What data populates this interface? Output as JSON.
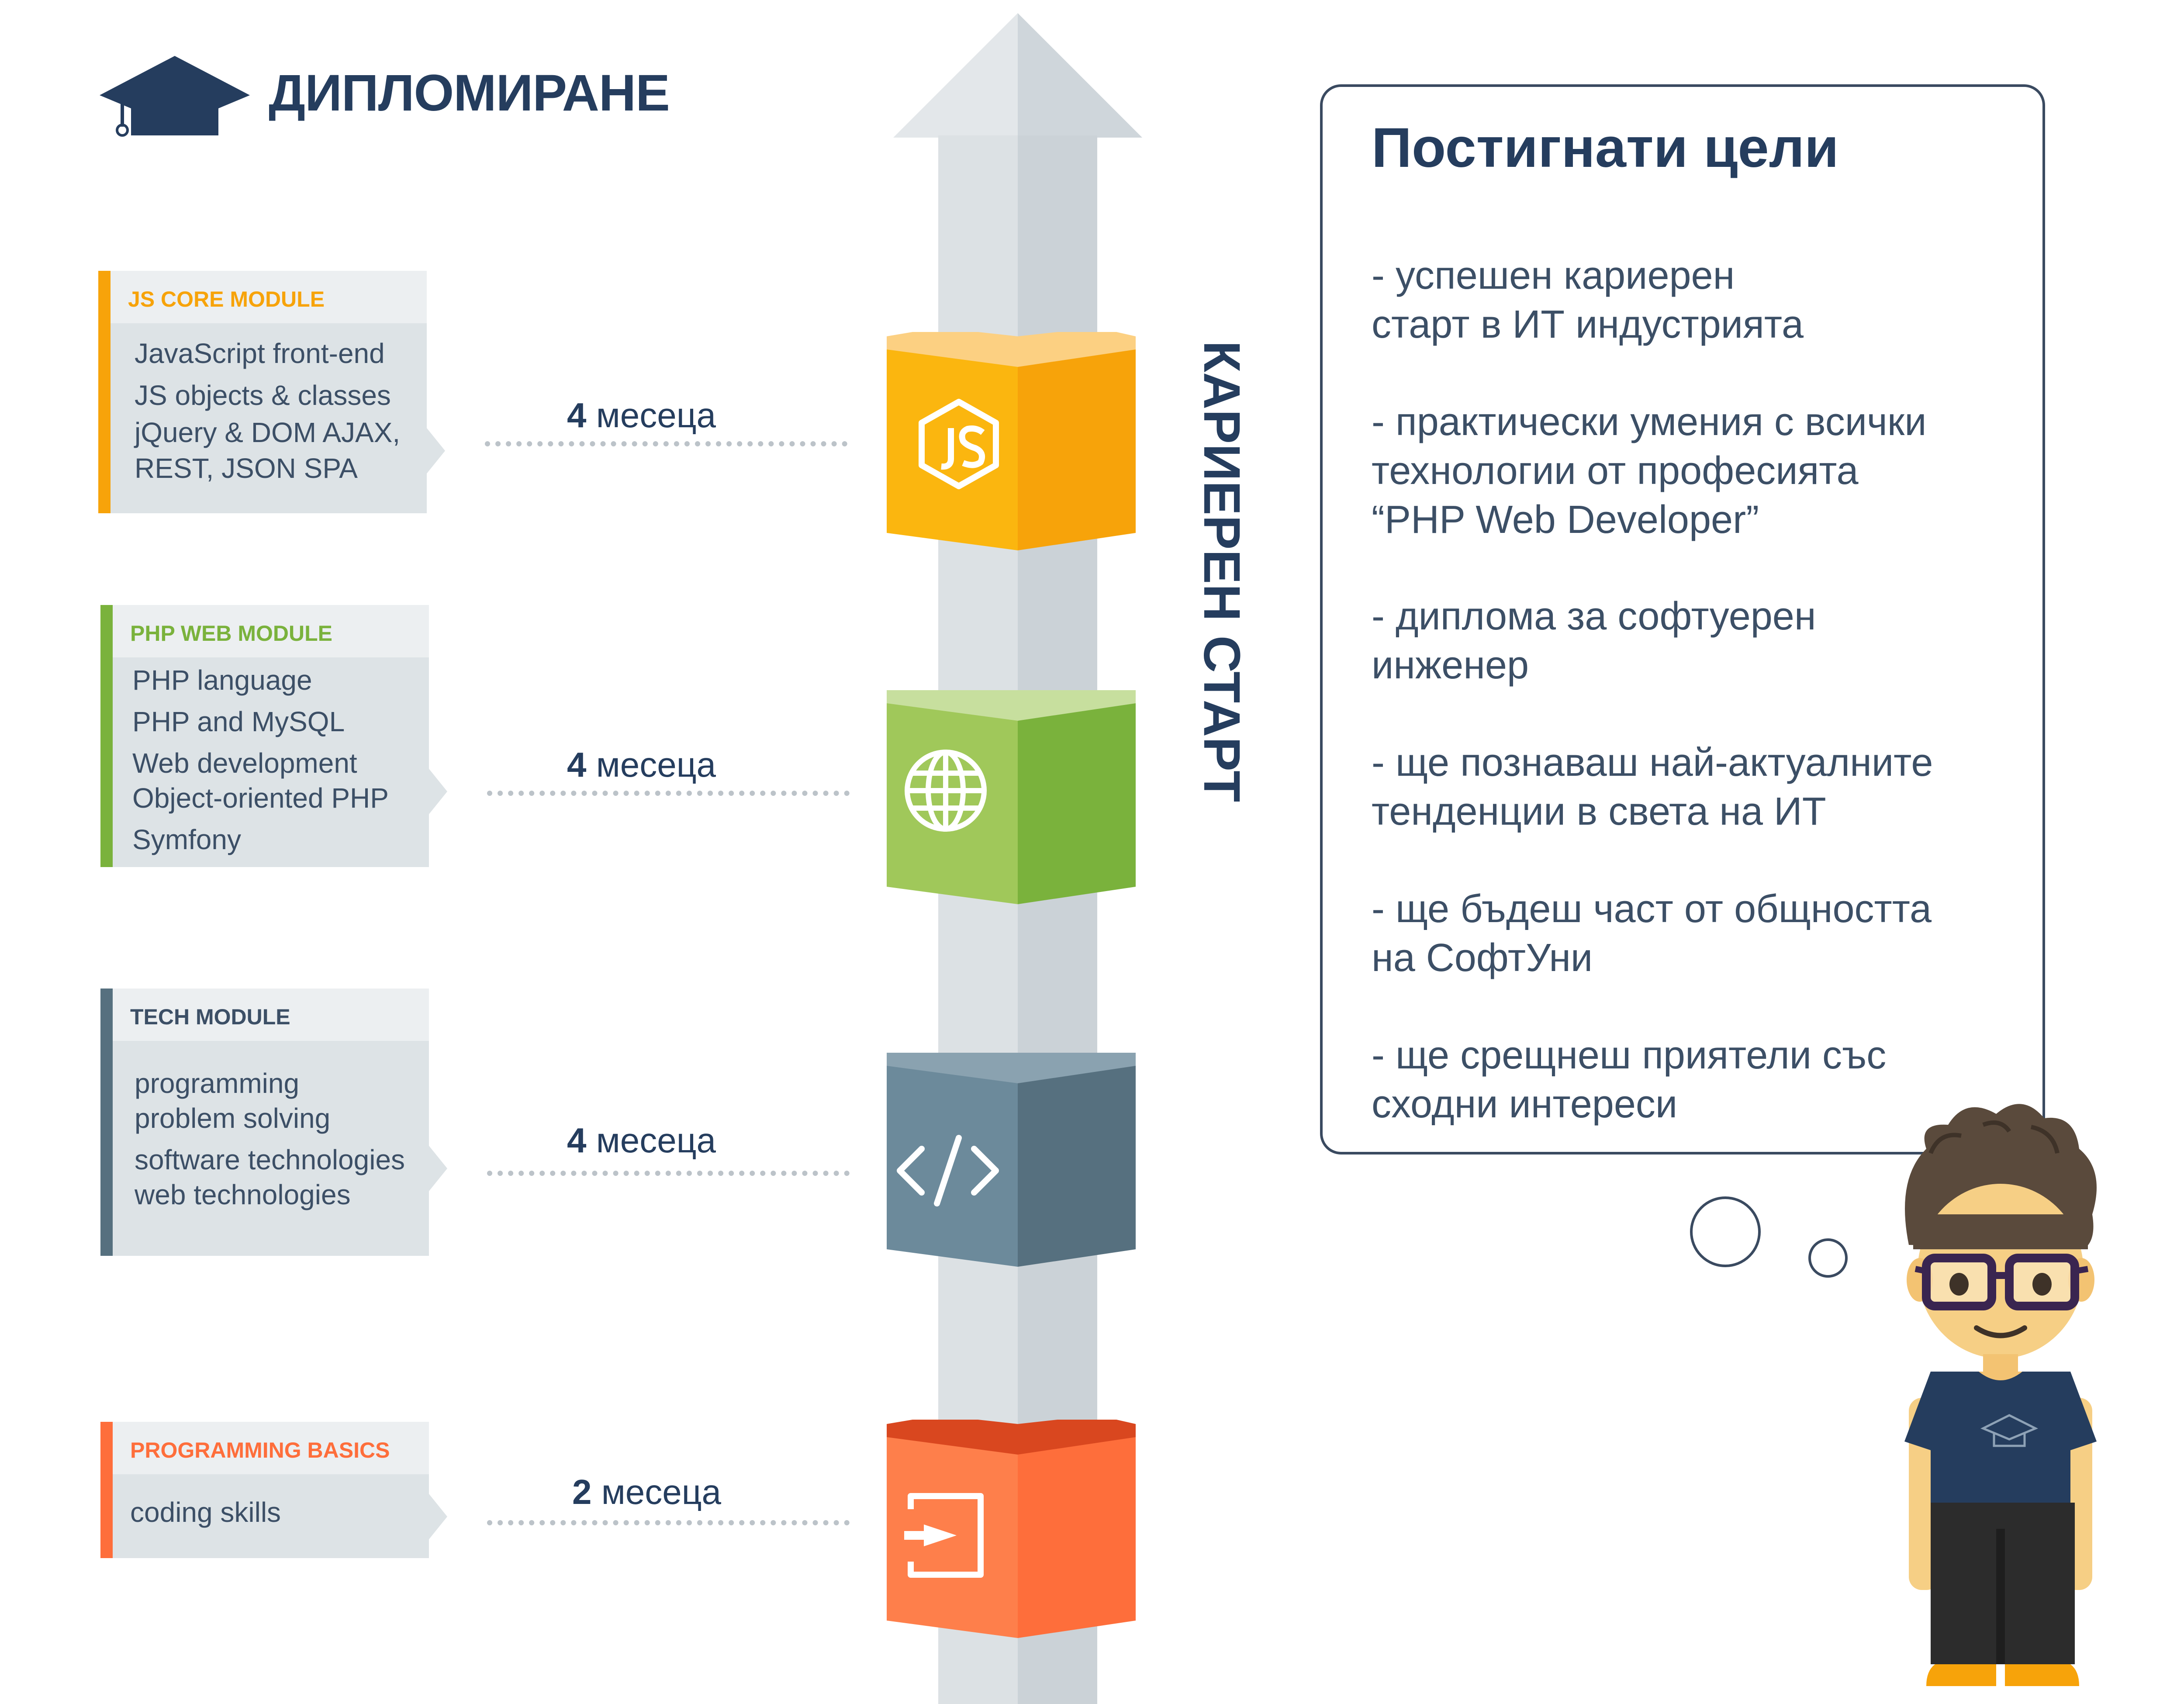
{
  "header": {
    "title": "ДИПЛОМИРАНЕ",
    "icon": "graduation-cap-icon"
  },
  "vertical_label": "КАРИЕРЕН СТАРТ",
  "modules": [
    {
      "id": "js",
      "heading": "JS CORE MODULE",
      "color": "#f7a30a",
      "icon": "nodejs-icon",
      "lines": [
        "JavaScript      front-end",
        "JS objects & classes",
        "jQuery & DOM AJAX,",
        "REST, JSON SPA"
      ],
      "duration_num": "4",
      "duration_unit": "месеца"
    },
    {
      "id": "php",
      "heading": "PHP WEB MODULE",
      "color": "#7ab23c",
      "icon": "globe-icon",
      "lines": [
        "PHP language",
        "PHP and MySQL",
        "Web development",
        "Object-oriented PHP",
        "Symfony"
      ],
      "duration_num": "4",
      "duration_unit": "месеца"
    },
    {
      "id": "tech",
      "heading": "TECH MODULE",
      "color": "#56707f",
      "icon": "code-icon",
      "lines": [
        "programming",
        "problem solving",
        "software technologies",
        "web technologies"
      ],
      "duration_num": "4",
      "duration_unit": "месеца"
    },
    {
      "id": "basics",
      "heading": "PROGRAMMING BASICS",
      "color": "#fe6e3b",
      "icon": "sign-in-icon",
      "lines": [
        "coding skills"
      ],
      "duration_num": "2",
      "duration_unit": "месеца"
    }
  ],
  "goals": {
    "title": "Постигнати цели",
    "items": [
      [
        "- успешен кариерен",
        "старт в ИТ индустрията"
      ],
      [
        "- практически умения с всички",
        "технологии от професията",
        "“PHP Web Developer”"
      ],
      [
        "- диплома за софтуерен",
        "инженер"
      ],
      [
        "- ще познаваш най-актуалните",
        "тенденции в света на ИТ"
      ],
      [
        "- ще бъдеш част от общността",
        "на СофтУни"
      ],
      [
        "- ще срещнеш приятели със",
        "сходни интереси"
      ]
    ]
  }
}
